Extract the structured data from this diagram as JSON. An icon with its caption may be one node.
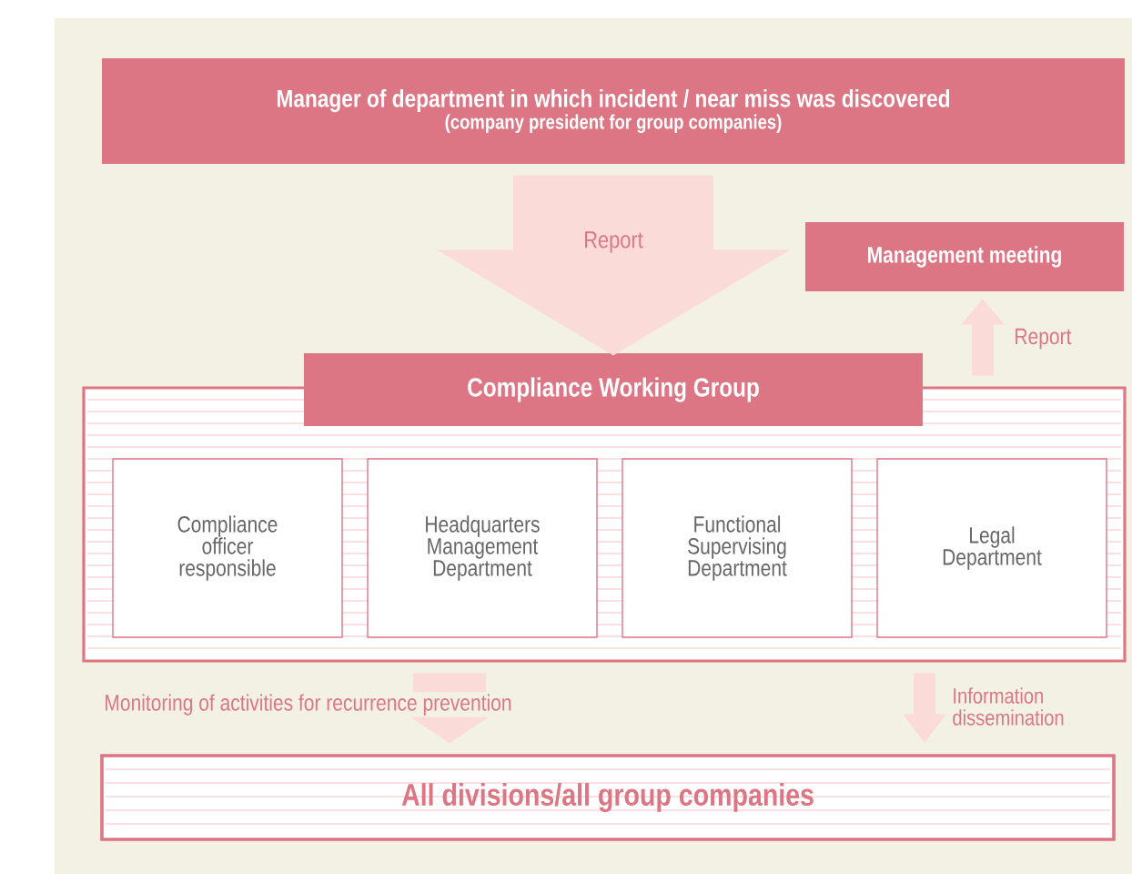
{
  "diagram": {
    "nodes": [
      {
        "text": [
          "Manager of department in which incident / near miss was discovered",
          "(company president for group companies)"
        ]
      },
      {
        "text": [
          "Management meeting"
        ]
      },
      {
        "text": [
          "Compliance Working Group"
        ]
      },
      {
        "text": [
          "Compliance officer responsible"
        ],
        "in": 2
      },
      {
        "text": [
          "Headquarters Management Department"
        ],
        "in": 2
      },
      {
        "text": [
          "Functional Supervising Department"
        ],
        "in": 2
      },
      {
        "text": [
          "Legal Department"
        ],
        "in": 2
      },
      {
        "text": [
          "All divisions/all group companies"
        ]
      }
    ],
    "edges": [
      {
        "from": 0,
        "to": 2,
        "arrow": "to",
        "label": "Report",
        "style": "thick"
      },
      {
        "from": 2,
        "to": 1,
        "arrow": "to",
        "label": "Report"
      },
      {
        "from": 2,
        "to": 7,
        "arrow": "to",
        "label": "Monitoring of activities for recurrence prevention",
        "style": "thick"
      },
      {
        "from": 2,
        "to": 7,
        "arrow": "to",
        "label": "Information dissemination"
      }
    ]
  }
}
